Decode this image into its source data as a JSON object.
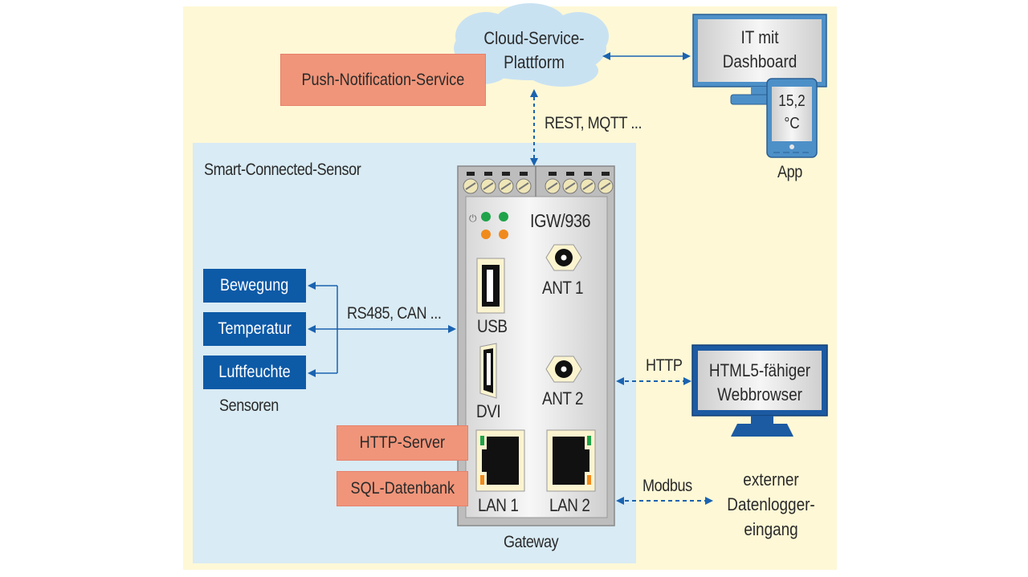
{
  "diagram": {
    "regions": {
      "outer_label": "",
      "smart_sensor_label": "Smart-Connected-Sensor"
    },
    "cloud": {
      "line1": "Cloud-Service-",
      "line2": "Plattform"
    },
    "push_service": "Push-Notification-Service",
    "it_dashboard": {
      "line1": "IT mit",
      "line2": "Dashboard"
    },
    "app": {
      "reading_value": "15,2",
      "reading_unit": "°C",
      "label": "App"
    },
    "cloud_link_label": "REST, MQTT ...",
    "gateway": {
      "model": "IGW/936",
      "ports": {
        "usb": "USB",
        "dvi": "DVI",
        "ant1": "ANT 1",
        "ant2": "ANT 2",
        "lan1": "LAN 1",
        "lan2": "LAN 2"
      },
      "label": "Gateway"
    },
    "sensors": {
      "items": [
        "Bewegung",
        "Temperatur",
        "Luftfeuchte"
      ],
      "caption": "Sensoren",
      "link_label": "RS485, CAN ..."
    },
    "services": {
      "http_server": "HTTP-Server",
      "sql_db": "SQL-Datenbank"
    },
    "webbrowser": {
      "line1": "HTML5-fähiger",
      "line2": "Webbrowser",
      "link_label": "HTTP"
    },
    "datalogger": {
      "line1": "externer",
      "line2": "Datenlogger-",
      "line3": "eingang",
      "link_label": "Modbus"
    },
    "colors": {
      "outer_bg": "#fef8d6",
      "inner_bg": "#d9ebf4",
      "sensor_blue": "#0d5aa7",
      "salmon": "#f0957a",
      "arrow_blue": "#1a63b0",
      "cloud": "#c9e2f2",
      "led_green": "#1fa34a",
      "led_orange": "#f08a1c"
    }
  }
}
